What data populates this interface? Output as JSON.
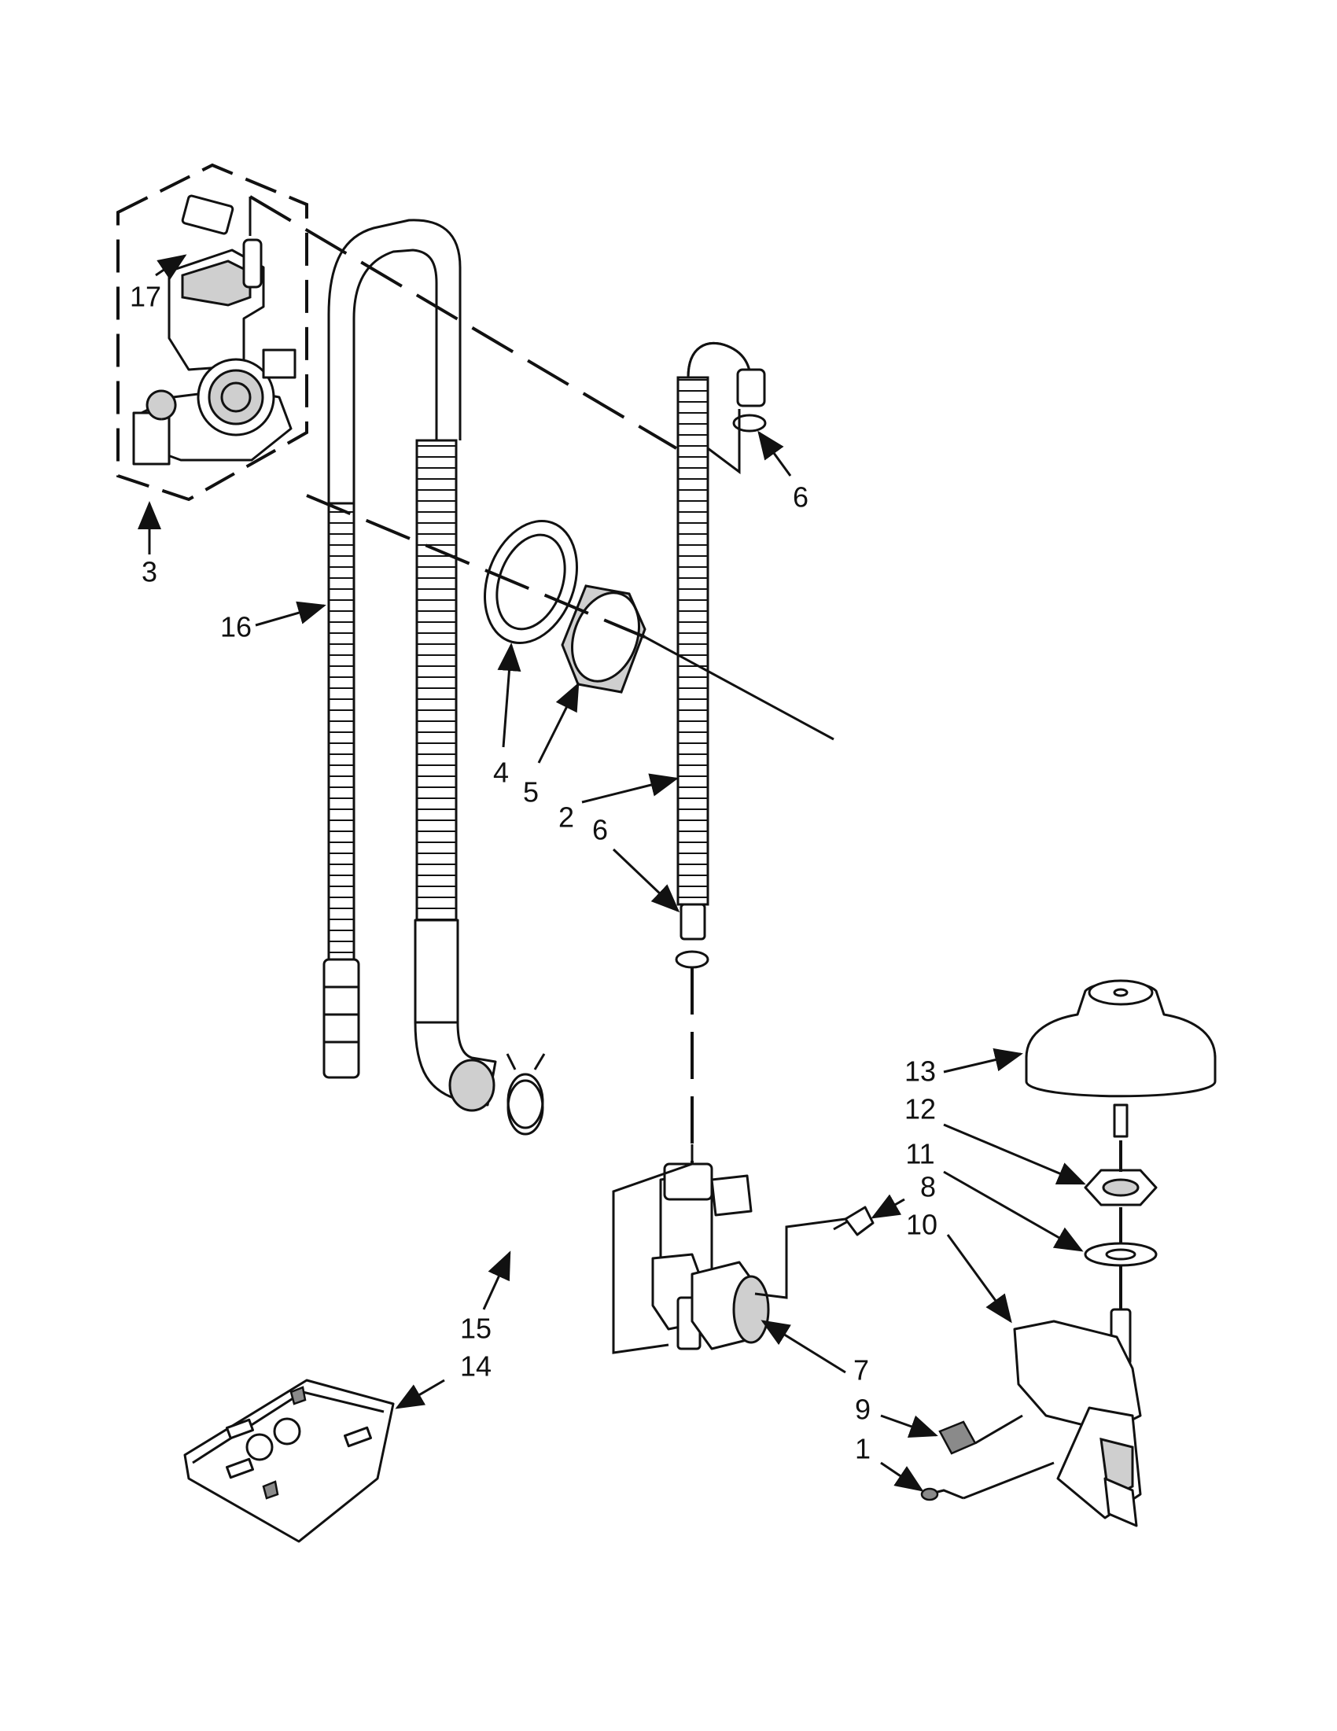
{
  "callouts": {
    "c1": "1",
    "c2": "2",
    "c3": "3",
    "c4": "4",
    "c5": "5",
    "c6a": "6",
    "c6b": "6",
    "c7": "7",
    "c8": "8",
    "c9": "9",
    "c10": "10",
    "c11": "11",
    "c12": "12",
    "c13": "13",
    "c14": "14",
    "c15": "15",
    "c16": "16",
    "c17": "17"
  },
  "colors": {
    "line": "#111111",
    "shade": "#cfcfcf",
    "background": "#ffffff"
  }
}
